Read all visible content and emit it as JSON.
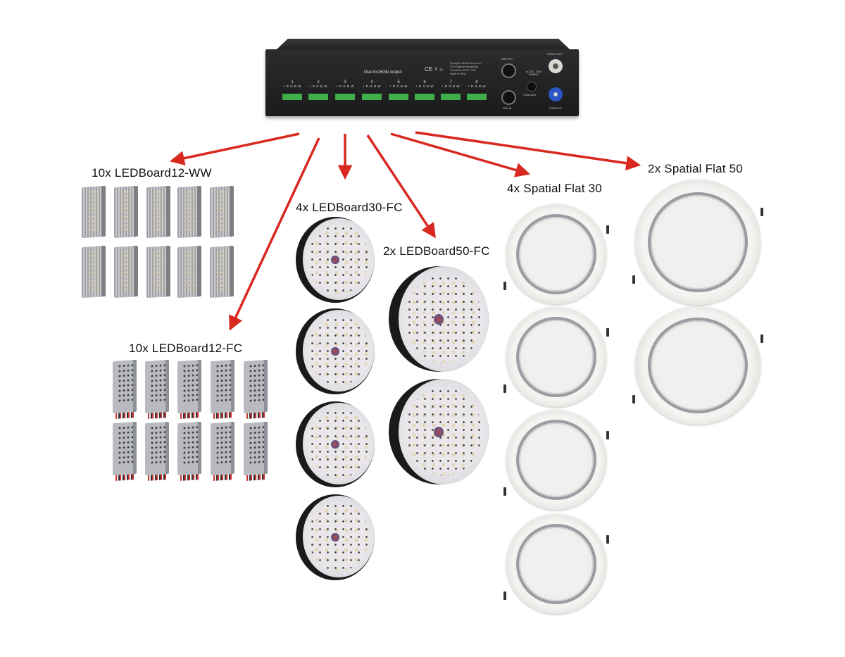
{
  "controller": {
    "output_label": "Max 8x150W output",
    "channels": [
      {
        "num": "1",
        "pins": "+ R G B W"
      },
      {
        "num": "2",
        "pins": "+ R G B W"
      },
      {
        "num": "3",
        "pins": "+ R G B W"
      },
      {
        "num": "4",
        "pins": "+ R G B W"
      },
      {
        "num": "5",
        "pins": "+ R G B W"
      },
      {
        "num": "6",
        "pins": "+ R G B W"
      },
      {
        "num": "7",
        "pins": "+ R G B W"
      },
      {
        "num": "8",
        "pins": "+ R G B W"
      }
    ],
    "certification_marks": "CE ⚡ ⌂",
    "manufacturer_lines": [
      "Springtree Media Group LLC",
      "1234 Lakeview Boulevard",
      "Tennessee 37067, USA",
      "Made in China"
    ],
    "dmx_out_label": "DMX OUT",
    "dmx_in_label": "DMX IN",
    "voltage_label": "AC100 - 230V 50/60Hz",
    "fuse_label": "F10AL250V",
    "power_out_label": "POWER OUT",
    "power_in_label": "POWER IN"
  },
  "groups": [
    {
      "id": "ledboard12-ww",
      "label": "10x LEDBoard12-WW",
      "count": 10
    },
    {
      "id": "ledboard12-fc",
      "label": "10x LEDBoard12-FC",
      "count": 10
    },
    {
      "id": "ledboard30-fc",
      "label": "4x LEDBoard30-FC",
      "count": 4
    },
    {
      "id": "ledboard50-fc",
      "label": "2x LEDBoard50-FC",
      "count": 2
    },
    {
      "id": "spatial-flat-30",
      "label": "4x Spatial Flat 30",
      "count": 4
    },
    {
      "id": "spatial-flat-50",
      "label": "2x Spatial Flat 50",
      "count": 2
    }
  ],
  "colors": {
    "arrow": "#d8281f",
    "terminal_green": "#3fae4a",
    "controller_body": "#1f1f20",
    "power_in_blue": "#2c56c6"
  }
}
